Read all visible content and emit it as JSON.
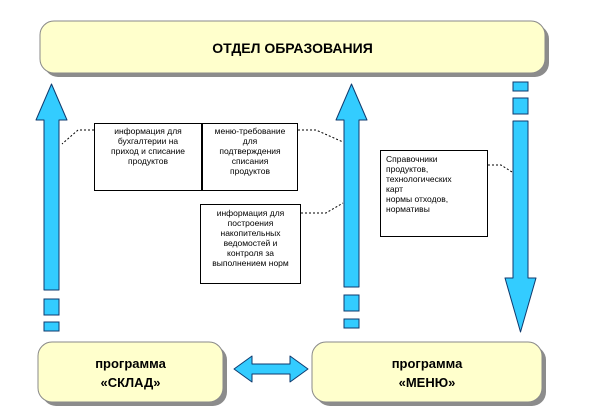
{
  "boxes": {
    "top": {
      "label": "ОТДЕЛ ОБРАЗОВАНИЯ"
    },
    "sklad": {
      "line1": "программа",
      "line2": "«СКЛАД»"
    },
    "menu": {
      "line1": "программа",
      "line2": "«МЕНЮ»"
    }
  },
  "notes": {
    "accounting": "информация для\nбухгалтерии на\nприход и списание\nпродуктов",
    "menu_requirement": "меню-требование\nдля\nподтверждения\nсписания\nпродуктов",
    "build": "информация для\nпостроения\nнакопительных\nведомостей и\nконтроля за\nвыполнением норм",
    "reference": "Справочники\nпродуктов,\nтехнологических\nкарт\nнормы отходов,\nнормативы"
  },
  "colors": {
    "box_fill": "#FFFFCC",
    "box_border": "#8a8a8a",
    "arrow_fill": "#33CCFF",
    "arrow_stroke": "#0F3A6E",
    "shadow": "#8c8c8c"
  }
}
